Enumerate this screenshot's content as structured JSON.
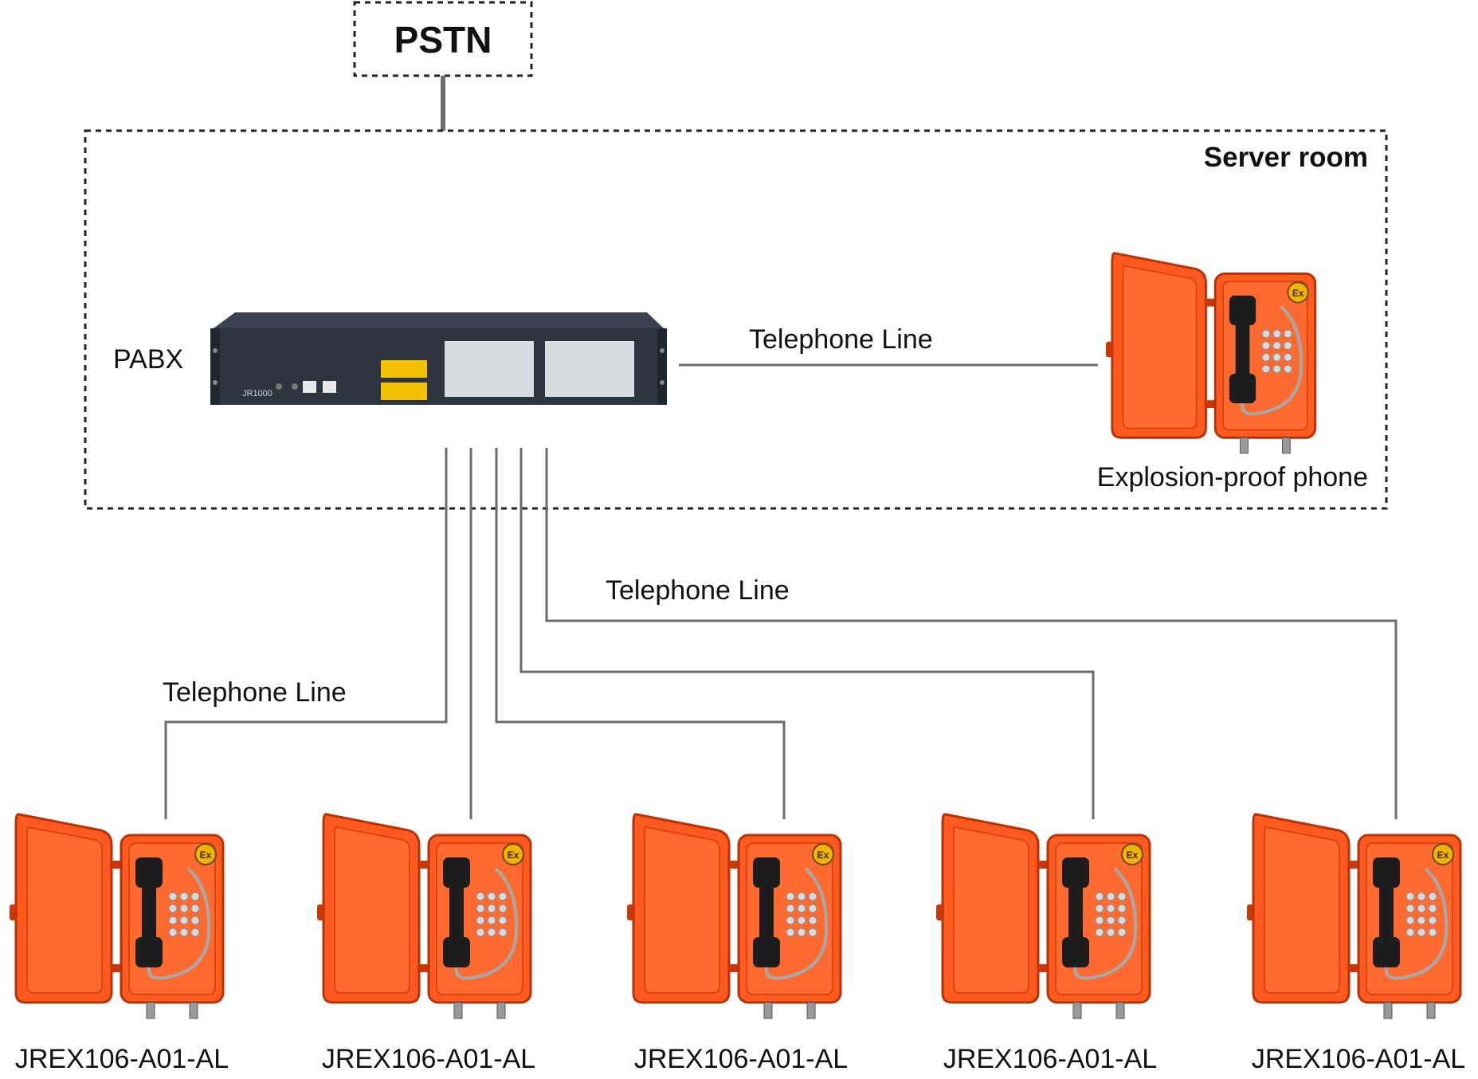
{
  "pstn": {
    "label": "PSTN"
  },
  "server_room": {
    "title": "Server room",
    "pabx_label": "PABX",
    "pabx_model": "JR1000",
    "local_phone_label": "Explosion-proof phone"
  },
  "lines": {
    "local_label": "Telephone Line",
    "bundle_label": "Telephone Line",
    "left_label": "Telephone Line"
  },
  "phones": [
    {
      "model": "JREX106-A01-AL"
    },
    {
      "model": "JREX106-A01-AL"
    },
    {
      "model": "JREX106-A01-AL"
    },
    {
      "model": "JREX106-A01-AL"
    },
    {
      "model": "JREX106-A01-AL"
    }
  ],
  "colors": {
    "phone_body": "#ff5a1f",
    "phone_dark": "#c8380a",
    "handset": "#1d1d1d",
    "ex_badge": "#f2b200",
    "pabx_body": "#2e3540",
    "pabx_ports_yellow": "#f2c200",
    "line": "#6b6b6b"
  },
  "icons": {
    "phone": "explosion-proof-phone-icon",
    "pabx": "pabx-rack-icon",
    "ex": "ex-badge-icon"
  }
}
